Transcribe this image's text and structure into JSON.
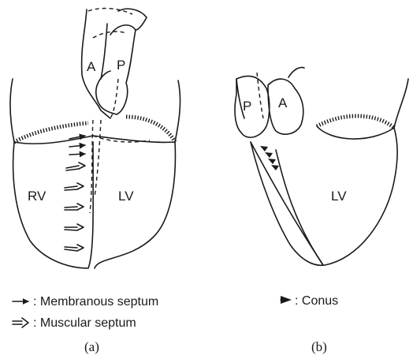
{
  "figure_a": {
    "label_a": "A",
    "label_p": "P",
    "label_rv": "RV",
    "label_lv": "LV",
    "caption": "(a)"
  },
  "figure_b": {
    "label_p": "P",
    "label_a": "A",
    "label_lv": "LV",
    "caption": "(b)"
  },
  "legend": {
    "membranous": ": Membranous septum",
    "muscular": ": Muscular septum",
    "conus": ": Conus"
  }
}
